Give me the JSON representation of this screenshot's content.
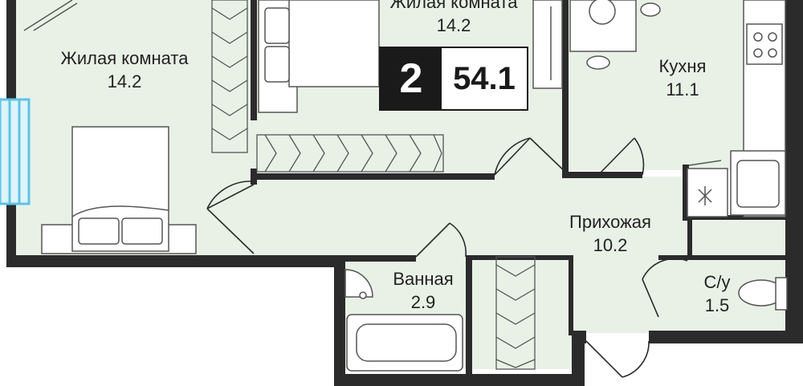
{
  "rooms": {
    "living_left": {
      "name": "Жилая комната",
      "area": "14.2"
    },
    "living_top": {
      "name": "Жилая комната",
      "area": "14.2"
    },
    "kitchen": {
      "name": "Кухня",
      "area": "11.1"
    },
    "hallway": {
      "name": "Прихожая",
      "area": "10.2"
    },
    "bathroom": {
      "name": "Ванная",
      "area": "2.9"
    },
    "wc": {
      "name": "С/у",
      "area": "1.5"
    }
  },
  "badge": {
    "room_count": "2",
    "total_area": "54.1"
  },
  "colors": {
    "floor": "#e9f1e6",
    "wall": "#2b2b2b",
    "fixture": "#888888",
    "window": "#5bc4ea"
  }
}
